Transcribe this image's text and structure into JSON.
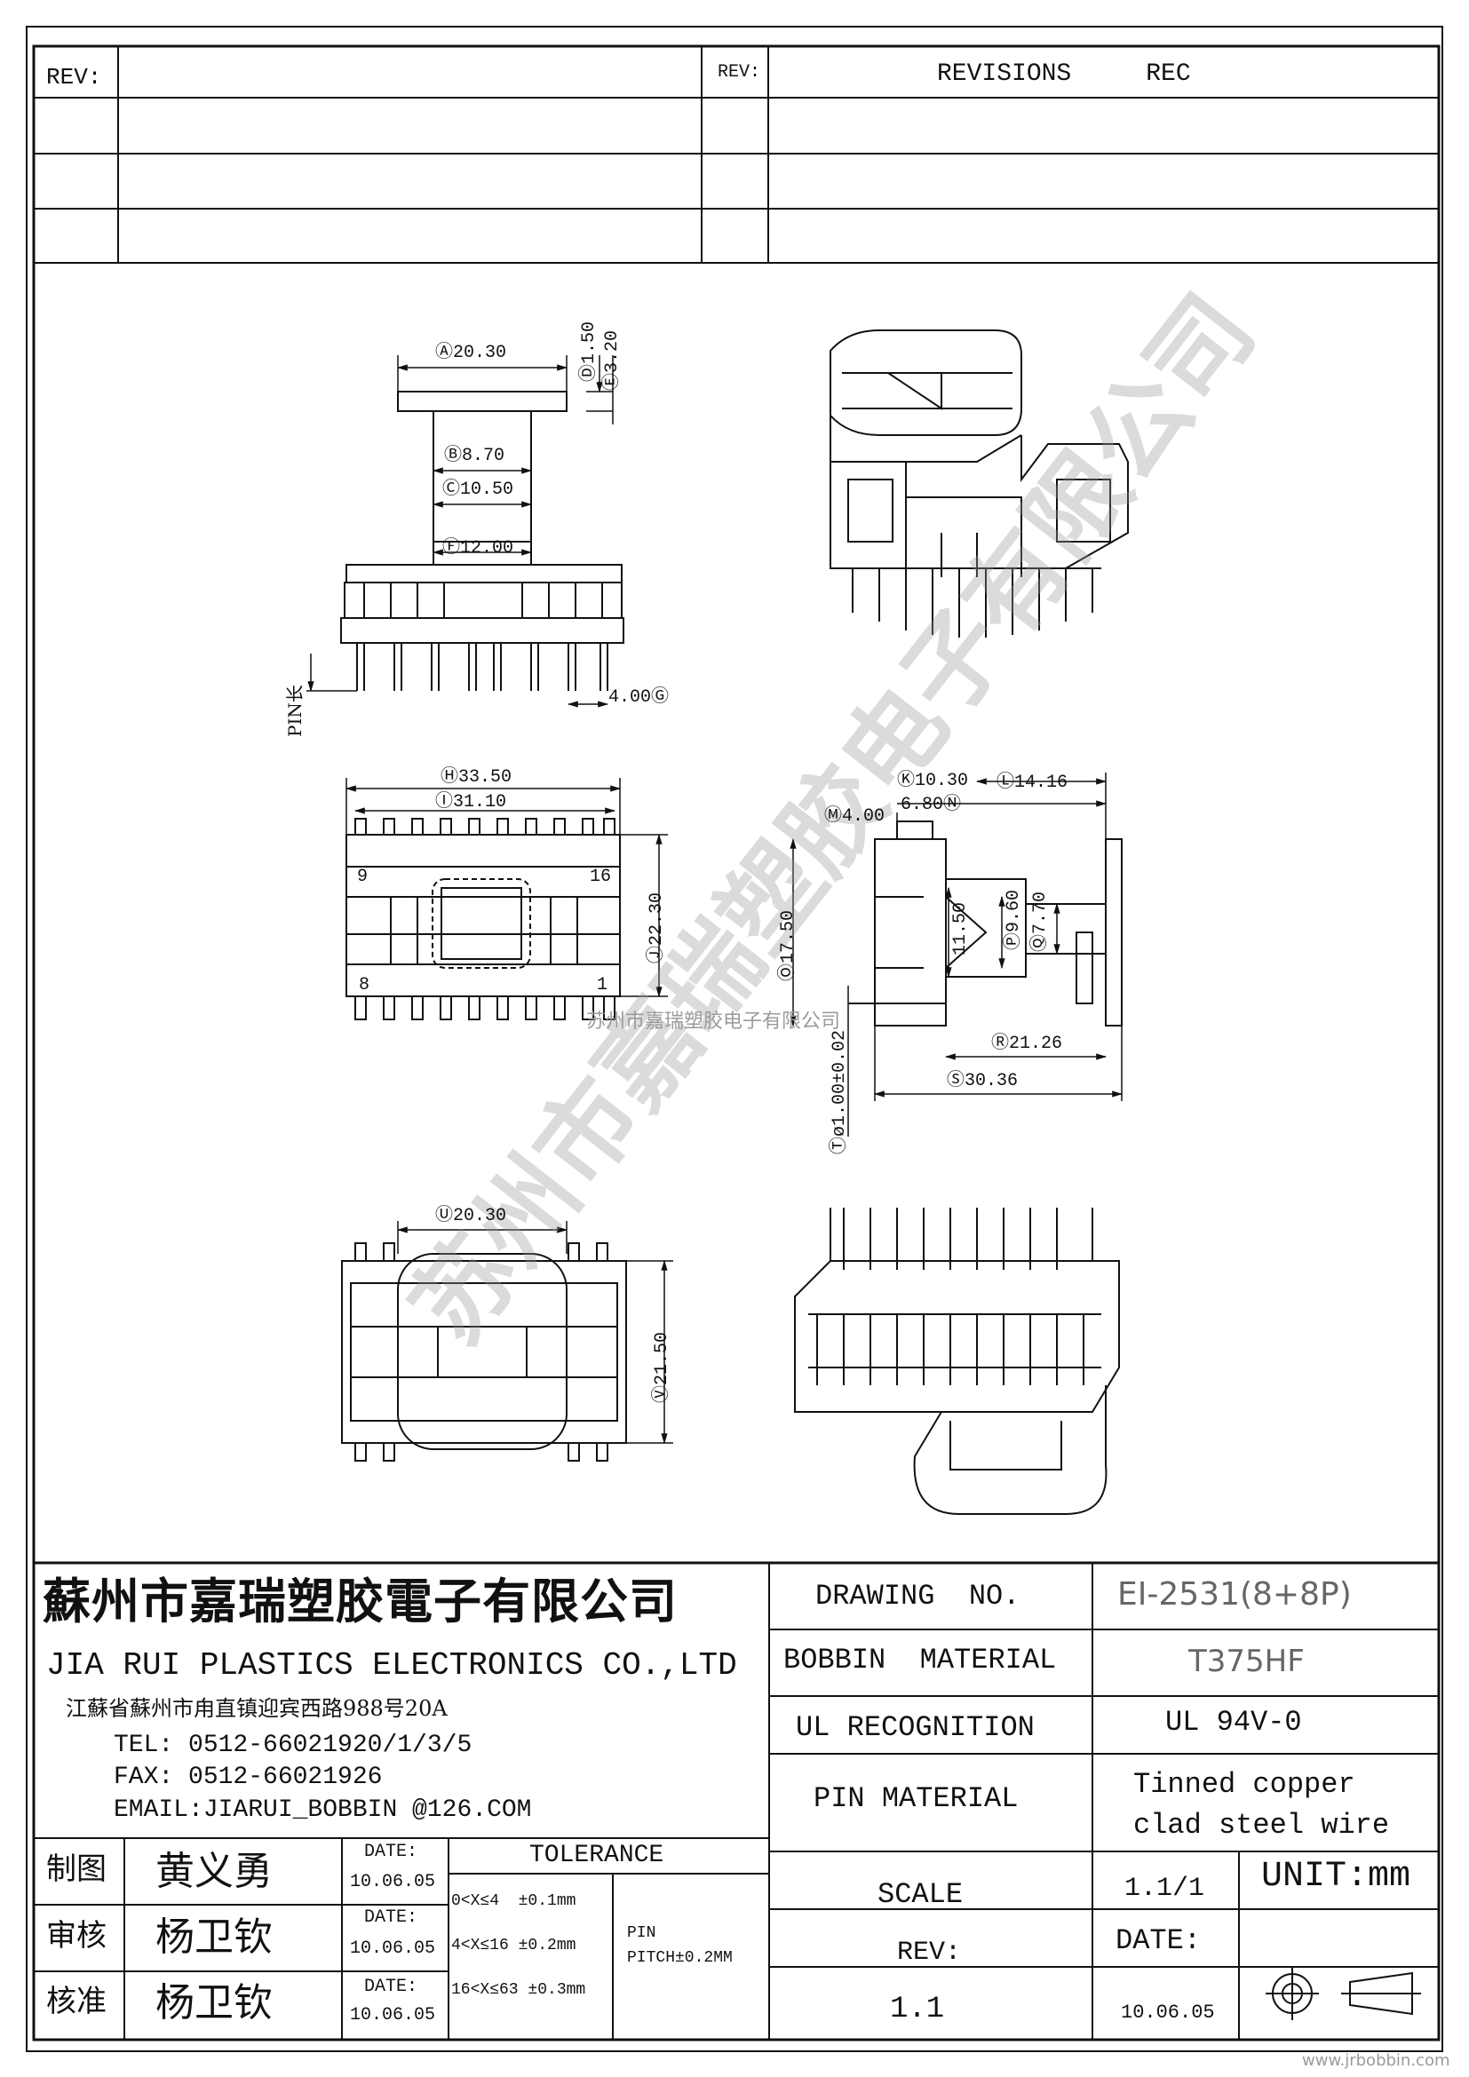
{
  "revisions": {
    "rev_label_left": "REV:",
    "rev_label_right": "REV:",
    "header": "REVISIONS     REC"
  },
  "views": {
    "front": {
      "dims": [
        "Ⓐ20.30",
        "Ⓑ8.70",
        "Ⓒ10.50",
        "Ⓕ12.00",
        "Ⓓ1.50",
        "Ⓔ3.20",
        "4.00Ⓖ"
      ],
      "pin_label": "PIN长"
    },
    "top": {
      "dims": [
        "Ⓗ33.50",
        "Ⓘ31.10",
        "Ⓙ22.30"
      ],
      "pins": [
        "9",
        "16",
        "8",
        "1"
      ]
    },
    "side": {
      "dims": [
        "Ⓚ10.30",
        "Ⓛ14.16",
        "Ⓜ4.00",
        "6.80Ⓝ",
        "Ⓞ17.50",
        "11.50",
        "Ⓟ9.60",
        "Ⓠ7.70",
        "Ⓡ21.26",
        "Ⓢ30.36",
        "Ⓣø1.00±0.02"
      ]
    },
    "bottom": {
      "dims": [
        "Ⓤ20.30",
        "Ⓥ21.50"
      ]
    }
  },
  "watermark": {
    "center": "苏州市嘉瑞塑胶电子有限公司",
    "diagonal": "苏州市嘉瑞塑胶电子有限公司"
  },
  "company": {
    "name_cn": "蘇州市嘉瑞塑胶電子有限公司",
    "name_en": "JIA RUI PLASTICS ELECTRONICS CO.,LTD",
    "address": "江蘇省蘇州市甪直镇迎宾西路988号20A",
    "tel": "TEL: 0512-66021920/1/3/5",
    "fax": "FAX: 0512-66021926",
    "email": "EMAIL:JIARUI_BOBBIN @126.COM"
  },
  "signoff": [
    {
      "role": "制图",
      "name": "黄义勇",
      "date_label": "DATE:",
      "date": "10.06.05"
    },
    {
      "role": "审核",
      "name": "杨卫钦",
      "date_label": "DATE:",
      "date": "10.06.05"
    },
    {
      "role": "核准",
      "name": "杨卫钦",
      "date_label": "DATE:",
      "date": "10.06.05"
    }
  ],
  "tolerance": {
    "title": "TOLERANCE",
    "rows": [
      "0<X≤4  ±0.1mm",
      "4<X≤16 ±0.2mm",
      "16<X≤63 ±0.3mm"
    ],
    "pin_label": "PIN",
    "pin_pitch": "PITCH±0.2MM"
  },
  "spec": {
    "drawing_no_label": "DRAWING  NO.",
    "drawing_no": "EI-2531(8+8P)",
    "bobbin_material_label": "BOBBIN  MATERIAL",
    "bobbin_material": "T375HF",
    "ul_label": "UL RECOGNITION",
    "ul_value": "UL 94V-0",
    "pin_material_label": "PIN MATERIAL",
    "pin_material_1": "Tinned copper",
    "pin_material_2": "clad steel wire",
    "scale_label": "SCALE",
    "scale": "1.1/1",
    "unit": "UNIT:mm",
    "rev_label": "REV:",
    "rev": "1.1",
    "date_label": "DATE:",
    "date": "10.06.05"
  },
  "site_url": "www.jrbobbin.com"
}
